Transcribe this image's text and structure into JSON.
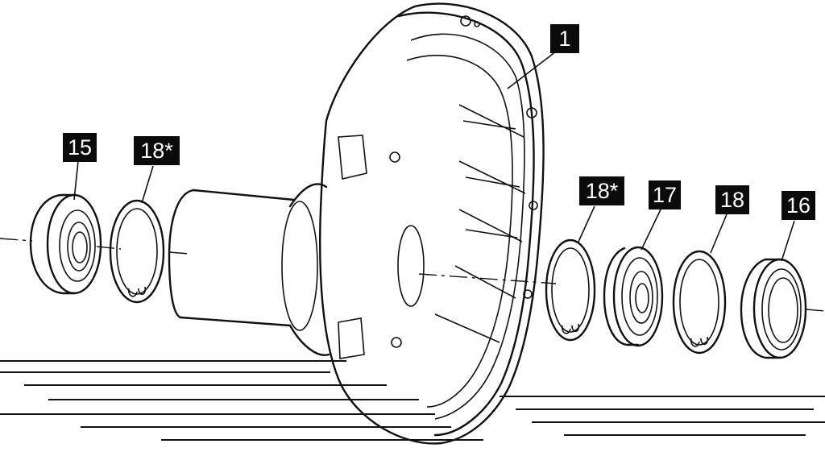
{
  "callouts": [
    {
      "id": "c1",
      "label": "1"
    },
    {
      "id": "c15",
      "label": "15"
    },
    {
      "id": "c18a",
      "label": "18*"
    },
    {
      "id": "c18b",
      "label": "18*"
    },
    {
      "id": "c17",
      "label": "17"
    },
    {
      "id": "c18c",
      "label": "18"
    },
    {
      "id": "c16",
      "label": "16"
    }
  ],
  "colors": {
    "line": "#111111",
    "label_bg": "#0b0b0b",
    "label_text": "#ffffff"
  }
}
